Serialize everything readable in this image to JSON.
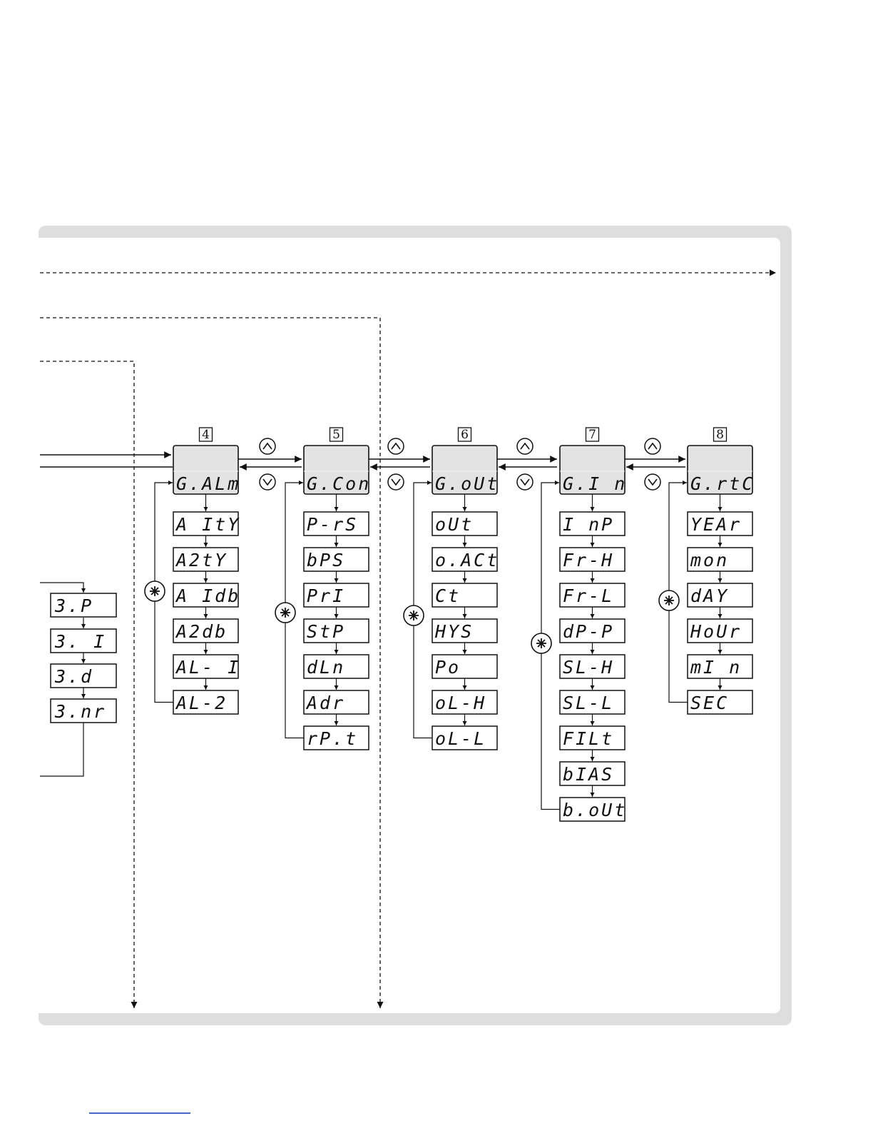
{
  "diagram": {
    "colors": {
      "line": "#111111",
      "header_fill": "#e3e3e3",
      "panel": "#dedede",
      "footer_link": "#4a63c9"
    },
    "icons": {
      "up": "up-chevron-icon",
      "down": "down-chevron-icon",
      "enter": "asterisk-enter-icon"
    },
    "left_group": {
      "items": [
        "3.P",
        "3. I",
        "3.d",
        "3.nr"
      ]
    },
    "groups": [
      {
        "number": "4",
        "header": "G.ALm",
        "items": [
          "A ItY",
          "A2tY",
          "A Idb",
          "A2db",
          "AL- I",
          "AL-2"
        ]
      },
      {
        "number": "5",
        "header": "G.Con",
        "items": [
          "P-rS",
          "bPS",
          "PrI",
          "StP",
          "dLn",
          "Adr",
          "rP.t"
        ]
      },
      {
        "number": "6",
        "header": "G.oUt",
        "items": [
          "oUt",
          "o.ACt",
          "Ct",
          "HYS",
          "Po",
          "oL-H",
          "oL-L"
        ]
      },
      {
        "number": "7",
        "header": "G.I n",
        "items": [
          "I nP",
          "Fr-H",
          "Fr-L",
          "dP-P",
          "SL-H",
          "SL-L",
          "FILt",
          "bIAS",
          "b.oUt"
        ]
      },
      {
        "number": "8",
        "header": "G.rtC",
        "items": [
          "YEAr",
          "mon",
          "dAY",
          "HoUr",
          "mI n",
          "SEC"
        ]
      }
    ]
  }
}
